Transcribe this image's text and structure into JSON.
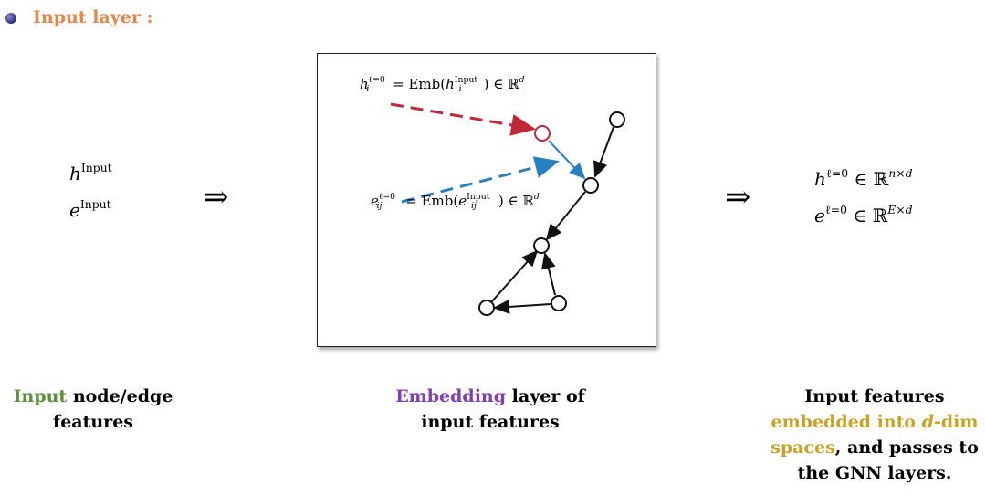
{
  "heading": "Input layer :",
  "left": {
    "h_base": "h",
    "h_sup": "Input",
    "e_base": "e",
    "e_sup": "Input"
  },
  "implies_left": "⇒",
  "implies_right": "⇒",
  "box": {
    "eq_h": {
      "lhs_base": "h",
      "lhs_sub": "i",
      "lhs_sup": "ℓ=0",
      "rhs_pre": " = Emb(",
      "rhs_base": "h",
      "rhs_sub": "i",
      "rhs_sup": "Input",
      "rhs_post": ") ∈ ℝ",
      "rhs_dim": "d"
    },
    "eq_e": {
      "lhs_base": "e",
      "lhs_sub": "ij",
      "lhs_sup": "ℓ=0",
      "rhs_pre": " = Emb(",
      "rhs_base": "e",
      "rhs_sub": "ij",
      "rhs_sup": "Input",
      "rhs_post": ") ∈ ℝ",
      "rhs_dim": "d"
    }
  },
  "right": {
    "h_base": "h",
    "h_sup": "ℓ=0",
    "h_rest": " ∈ ℝ",
    "h_dim": "n×d",
    "e_base": "e",
    "e_sup": "ℓ=0",
    "e_rest": " ∈ ℝ",
    "e_dim": "E×d"
  },
  "captions": {
    "left_colored": "Input",
    "left_rest": " node/edge",
    "left_line2": "features",
    "mid_colored": "Embedding",
    "mid_rest": " layer of",
    "mid_line2": "input features",
    "right_line1": "Input features",
    "right_colored_a": "embedded into ",
    "right_colored_d": "d",
    "right_colored_b": "-dim",
    "right_colored_c": "spaces",
    "right_rest": ", and passes to",
    "right_line4": "the GNN layers."
  },
  "colors": {
    "heading": "#e8854a",
    "green": "#5a8f3c",
    "purple": "#8040b0",
    "gold": "#c9a227",
    "red_arrow": "#c0283a",
    "blue_arrow": "#2a7fc0"
  }
}
